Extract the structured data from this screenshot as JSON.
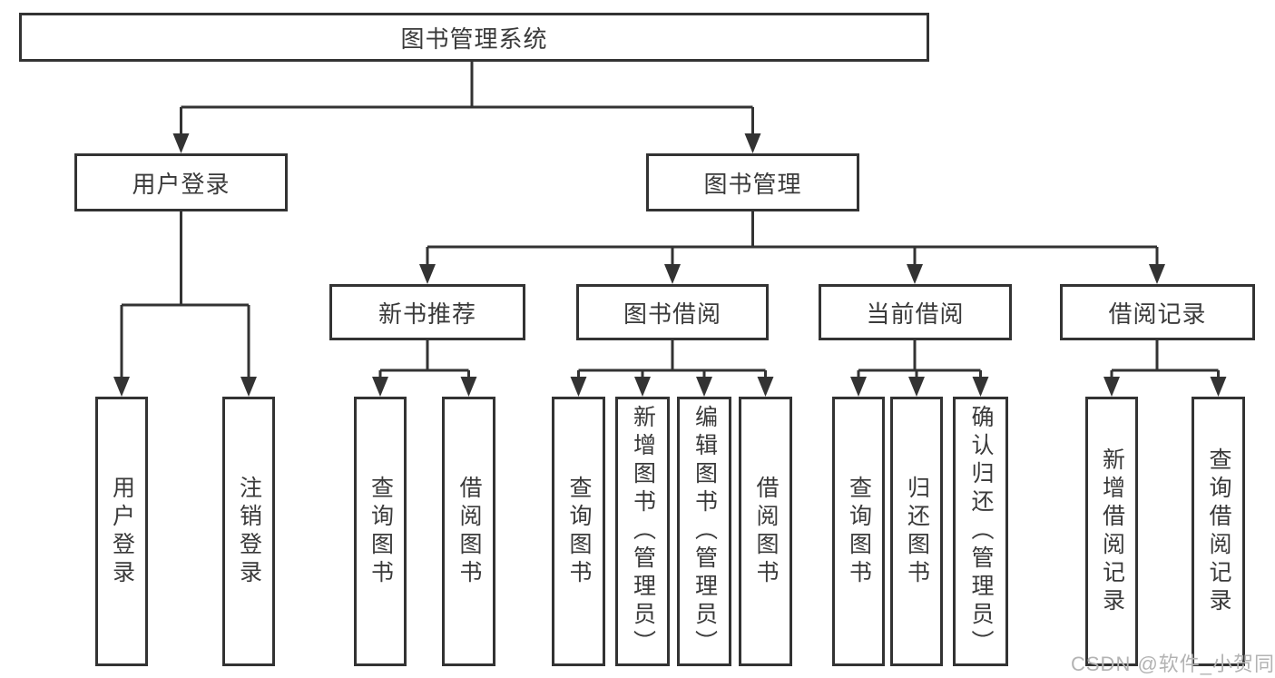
{
  "colors": {
    "line": "#333333",
    "box_border": "#333333",
    "text": "#3a3a3a",
    "background": "#ffffff",
    "watermark": "#b3b3b3"
  },
  "watermark": "CSDN @软件_小贺同学",
  "tree": {
    "label": "图书管理系统",
    "children": [
      {
        "label": "用户登录",
        "children": [
          {
            "label": "用户登录"
          },
          {
            "label": "注销登录"
          }
        ]
      },
      {
        "label": "图书管理",
        "children": [
          {
            "label": "新书推荐",
            "children": [
              {
                "label": "查询图书"
              },
              {
                "label": "借阅图书"
              }
            ]
          },
          {
            "label": "图书借阅",
            "children": [
              {
                "label": "查询图书"
              },
              {
                "label": "新增图书（管理员）"
              },
              {
                "label": "编辑图书（管理员）"
              },
              {
                "label": "借阅图书"
              }
            ]
          },
          {
            "label": "当前借阅",
            "children": [
              {
                "label": "查询图书"
              },
              {
                "label": "归还图书"
              },
              {
                "label": "确认归还（管理员）"
              }
            ]
          },
          {
            "label": "借阅记录",
            "children": [
              {
                "label": "新增借阅记录"
              },
              {
                "label": "查询借阅记录"
              }
            ]
          }
        ]
      }
    ]
  }
}
